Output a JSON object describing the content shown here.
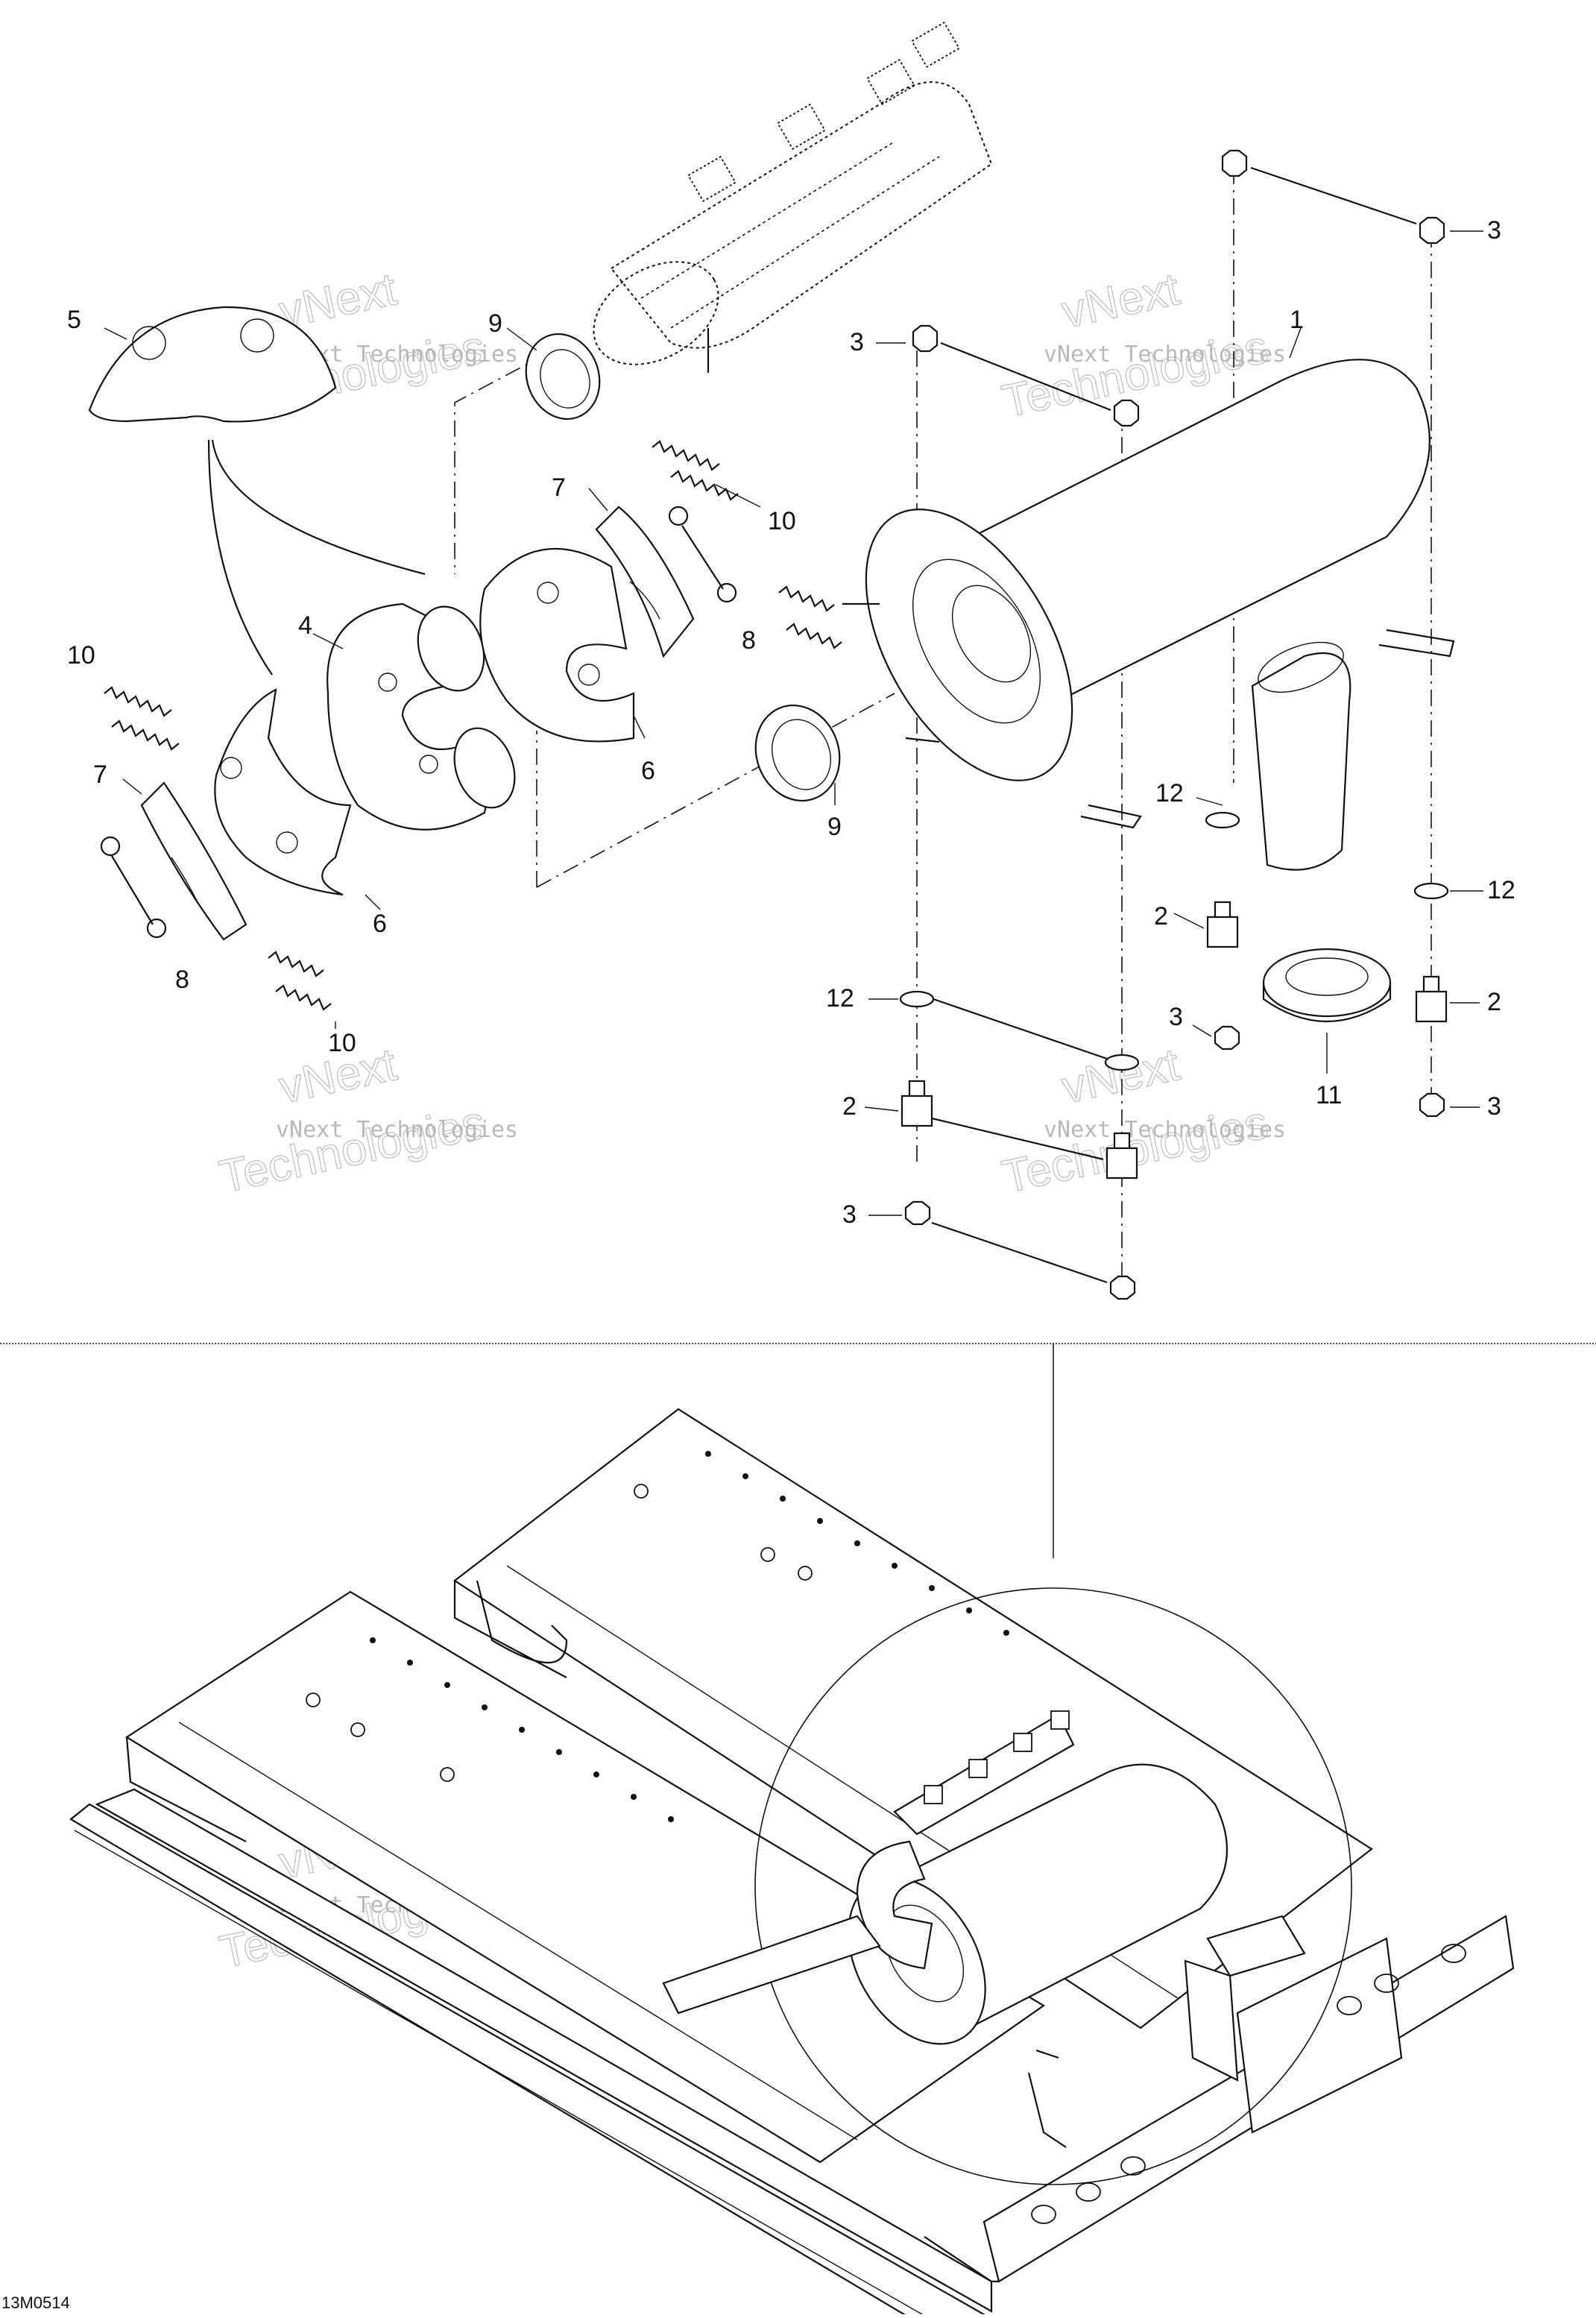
{
  "diagram_code": "13M0514",
  "watermark": {
    "line1": "vNext Technologies",
    "big1": "vNext",
    "big2": "Technologies"
  },
  "callouts": [
    {
      "id": "c1",
      "label": "1"
    },
    {
      "id": "c2a",
      "label": "2"
    },
    {
      "id": "c2b",
      "label": "2"
    },
    {
      "id": "c2c",
      "label": "2"
    },
    {
      "id": "c3a",
      "label": "3"
    },
    {
      "id": "c3b",
      "label": "3"
    },
    {
      "id": "c3c",
      "label": "3"
    },
    {
      "id": "c3d",
      "label": "3"
    },
    {
      "id": "c3e",
      "label": "3"
    },
    {
      "id": "c4",
      "label": "4"
    },
    {
      "id": "c5",
      "label": "5"
    },
    {
      "id": "c6a",
      "label": "6"
    },
    {
      "id": "c6b",
      "label": "6"
    },
    {
      "id": "c7a",
      "label": "7"
    },
    {
      "id": "c7b",
      "label": "7"
    },
    {
      "id": "c8a",
      "label": "8"
    },
    {
      "id": "c8b",
      "label": "8"
    },
    {
      "id": "c9a",
      "label": "9"
    },
    {
      "id": "c9b",
      "label": "9"
    },
    {
      "id": "c10a",
      "label": "10"
    },
    {
      "id": "c10b",
      "label": "10"
    },
    {
      "id": "c10c",
      "label": "10"
    },
    {
      "id": "c11",
      "label": "11"
    },
    {
      "id": "c12a",
      "label": "12"
    },
    {
      "id": "c12b",
      "label": "12"
    },
    {
      "id": "c12c",
      "label": "12"
    }
  ]
}
